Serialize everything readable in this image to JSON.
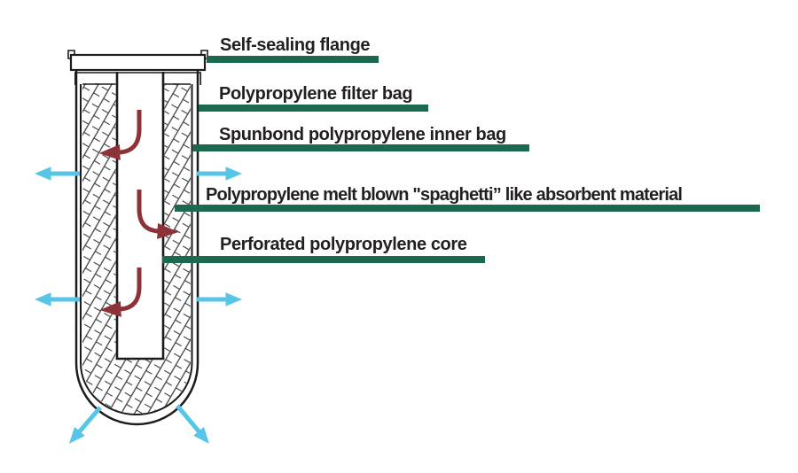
{
  "page": {
    "type": "technical-cutaway-diagram",
    "subject": "absorbent filter cartridge cross-section",
    "background": "#ffffff"
  },
  "labels": [
    {
      "id": "flange",
      "text": "Self-sealing flange"
    },
    {
      "id": "filter-bag",
      "text": "Polypropylene filter bag"
    },
    {
      "id": "inner-bag",
      "text": "Spunbond polypropylene inner bag"
    },
    {
      "id": "absorbent",
      "text": "Polypropylene melt blown \"spaghetti” like absorbent material"
    },
    {
      "id": "core",
      "text": "Perforated polypropylene core"
    }
  ],
  "arrows": {
    "internal_flow_icon": "curved-down-arrow",
    "outward_flow_icon": "straight-outward-arrow",
    "internal_count": 3,
    "outward_count": 6
  },
  "colors": {
    "leader_bar": "#1B6A50",
    "outward_flow_arrow": "#57C5E8",
    "internal_flow_arrow": "#8C3338",
    "line_art": "#1C1C1C",
    "label_text": "#231F20"
  }
}
